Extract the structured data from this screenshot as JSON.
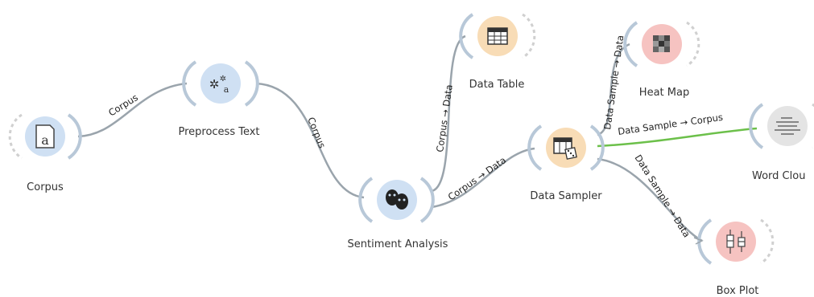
{
  "nodes": {
    "corpus": {
      "label": "Corpus",
      "icon": "corpus-document-icon",
      "color": "#cfe0f3"
    },
    "preprocess_text": {
      "label": "Preprocess Text",
      "icon": "gears-icon",
      "color": "#cfe0f3"
    },
    "sentiment_analysis": {
      "label": "Sentiment Analysis",
      "icon": "theater-masks-icon",
      "color": "#cfe0f3"
    },
    "data_table": {
      "label": "Data Table",
      "icon": "table-icon",
      "color": "#f8dcb6"
    },
    "data_sampler": {
      "label": "Data Sampler",
      "icon": "table-dice-icon",
      "color": "#f8dcb6"
    },
    "heat_map": {
      "label": "Heat Map",
      "icon": "heatmap-icon",
      "color": "#f6c3c1"
    },
    "word_cloud": {
      "label": "Word Clou",
      "icon": "word-cloud-icon",
      "color": "#e4e4e4"
    },
    "box_plot": {
      "label": "Box Plot",
      "icon": "box-plot-icon",
      "color": "#f6c3c1"
    }
  },
  "links": {
    "corpus_to_preprocess": "Corpus",
    "preprocess_to_sentiment": "Corpus",
    "sentiment_to_datatable": "Corpus → Data",
    "sentiment_to_sampler": "Corpus → Data",
    "sampler_to_heatmap": "Data Sample → Data",
    "sampler_to_wordcloud": "Data Sample → Corpus",
    "sampler_to_boxplot": "Data Sample → Data"
  },
  "colors": {
    "link": "#9aa4ac",
    "active_link": "#6cc04a"
  }
}
